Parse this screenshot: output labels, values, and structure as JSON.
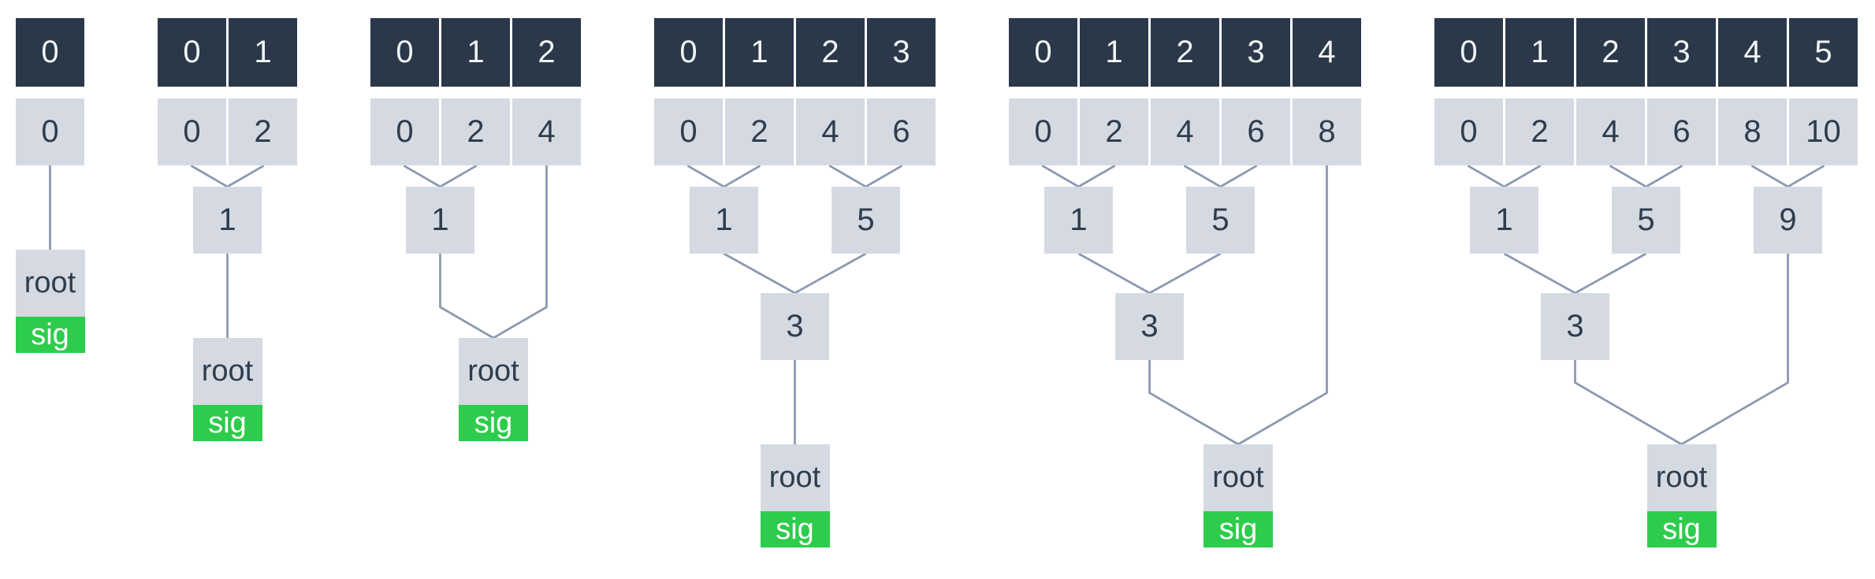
{
  "page": {
    "background": "#ffffff"
  },
  "colors": {
    "header_cell_bg": "#2a3849",
    "header_cell_text": "#f2f4f6",
    "node_bg": "#d5dae2",
    "node_text": "#2e3d4e",
    "sig_bg": "#2ecc4c",
    "sig_text": "#ffffff",
    "connector": "#8c9ab0"
  },
  "diagrams": [
    {
      "name": "merkle-tree-1-leaf",
      "header": [
        "0"
      ],
      "leaves": [
        "0"
      ],
      "nodes": [
        {
          "id": "root",
          "value": "root",
          "children": [
            "L0"
          ],
          "root": true
        }
      ],
      "sig": "sig"
    },
    {
      "name": "merkle-tree-2-leaves",
      "header": [
        "0",
        "1"
      ],
      "leaves": [
        "0",
        "2"
      ],
      "nodes": [
        {
          "id": "n1",
          "value": "1",
          "children": [
            "L0",
            "L1"
          ]
        },
        {
          "id": "root",
          "value": "root",
          "children": [
            "n1"
          ],
          "root": true
        }
      ],
      "sig": "sig"
    },
    {
      "name": "merkle-tree-3-leaves",
      "header": [
        "0",
        "1",
        "2"
      ],
      "leaves": [
        "0",
        "2",
        "4"
      ],
      "nodes": [
        {
          "id": "n1",
          "value": "1",
          "children": [
            "L0",
            "L1"
          ]
        },
        {
          "id": "root",
          "value": "root",
          "children": [
            "n1",
            "L2"
          ],
          "root": true
        }
      ],
      "sig": "sig"
    },
    {
      "name": "merkle-tree-4-leaves",
      "header": [
        "0",
        "1",
        "2",
        "3"
      ],
      "leaves": [
        "0",
        "2",
        "4",
        "6"
      ],
      "nodes": [
        {
          "id": "n1",
          "value": "1",
          "children": [
            "L0",
            "L1"
          ]
        },
        {
          "id": "n5",
          "value": "5",
          "children": [
            "L2",
            "L3"
          ]
        },
        {
          "id": "n3",
          "value": "3",
          "children": [
            "n1",
            "n5"
          ]
        },
        {
          "id": "root",
          "value": "root",
          "children": [
            "n3"
          ],
          "root": true
        }
      ],
      "sig": "sig"
    },
    {
      "name": "merkle-tree-5-leaves",
      "header": [
        "0",
        "1",
        "2",
        "3",
        "4"
      ],
      "leaves": [
        "0",
        "2",
        "4",
        "6",
        "8"
      ],
      "nodes": [
        {
          "id": "n1",
          "value": "1",
          "children": [
            "L0",
            "L1"
          ]
        },
        {
          "id": "n5",
          "value": "5",
          "children": [
            "L2",
            "L3"
          ]
        },
        {
          "id": "n3",
          "value": "3",
          "children": [
            "n1",
            "n5"
          ]
        },
        {
          "id": "root",
          "value": "root",
          "children": [
            "n3",
            "L4"
          ],
          "root": true
        }
      ],
      "sig": "sig"
    },
    {
      "name": "merkle-tree-6-leaves",
      "header": [
        "0",
        "1",
        "2",
        "3",
        "4",
        "5"
      ],
      "leaves": [
        "0",
        "2",
        "4",
        "6",
        "8",
        "10"
      ],
      "nodes": [
        {
          "id": "n1",
          "value": "1",
          "children": [
            "L0",
            "L1"
          ]
        },
        {
          "id": "n5",
          "value": "5",
          "children": [
            "L2",
            "L3"
          ]
        },
        {
          "id": "n9",
          "value": "9",
          "children": [
            "L4",
            "L5"
          ]
        },
        {
          "id": "n3",
          "value": "3",
          "children": [
            "n1",
            "n5"
          ]
        },
        {
          "id": "root",
          "value": "root",
          "children": [
            "n3",
            "n9"
          ],
          "root": true
        }
      ],
      "sig": "sig"
    }
  ]
}
